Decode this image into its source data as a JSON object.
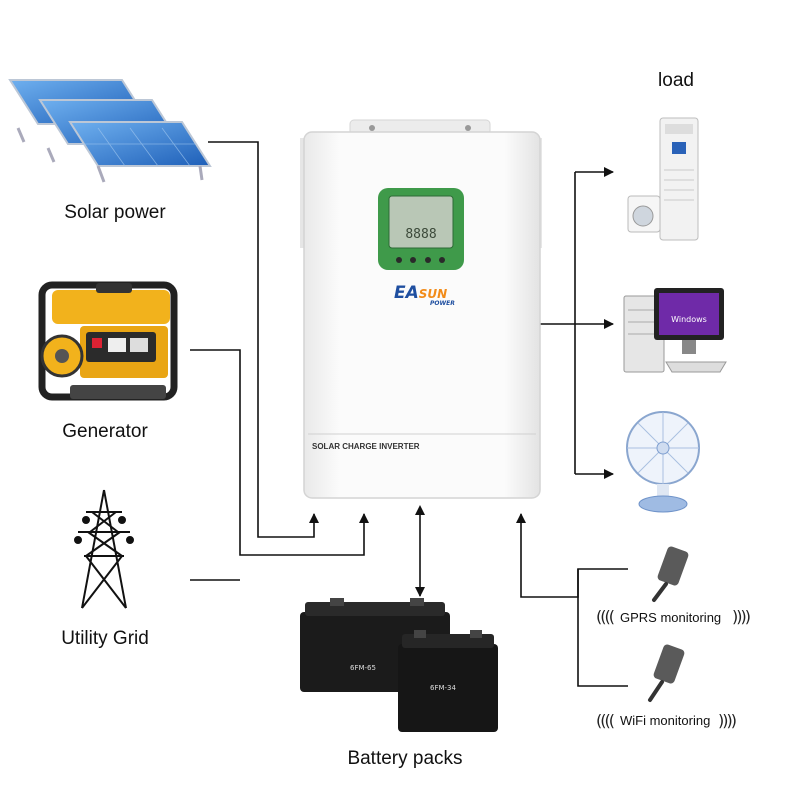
{
  "labels": {
    "solar": "Solar power",
    "generator": "Generator",
    "grid": "Utility Grid",
    "battery": "Battery packs",
    "load": "load",
    "gprs": "GPRS monitoring",
    "wifi": "WiFi monitoring"
  },
  "inverter": {
    "brand": "EASUN",
    "brand_sub": "POWER",
    "panel_text": "SOLAR CHARGE INVERTER",
    "lcd_readout": "8888"
  },
  "battery_models": [
    "6FM-65",
    "6FM-34"
  ],
  "load_screen": "Windows",
  "icons": [
    "solar-panel-icon",
    "generator-icon",
    "power-tower-icon",
    "battery-icon",
    "air-conditioner-icon",
    "washing-machine-icon",
    "computer-icon",
    "fan-icon",
    "gprs-dongle-icon",
    "wifi-dongle-icon"
  ],
  "colors": {
    "connector_line": "#111111",
    "lcd_green": "#3f9a4a",
    "brand_blue": "#1f4fa0",
    "brand_orange": "#f28c1a",
    "solar_blue": "#2f73c9",
    "generator_yellow": "#f2b21c",
    "battery_black": "#1b1b1b"
  }
}
